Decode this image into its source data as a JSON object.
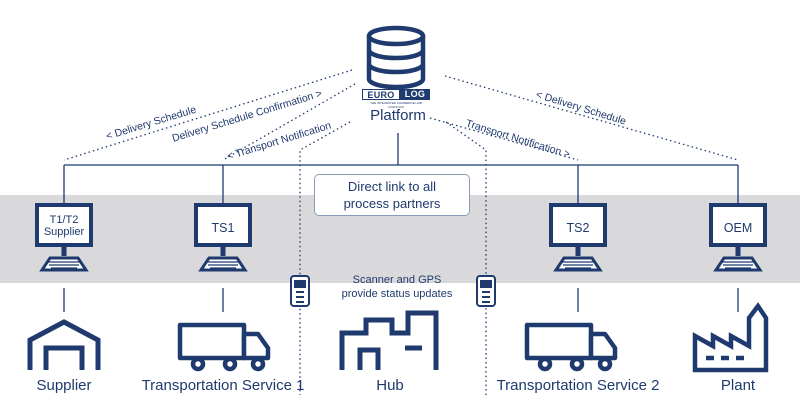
{
  "colors": {
    "primary": "#1f3a6e",
    "band": "#d9d9db",
    "background": "#ffffff"
  },
  "platform": {
    "icon": "database-icon",
    "logo_left": "EURO",
    "logo_right": "LOG",
    "logo_tagline": "THE INTEGRATED COMMERCE HUB LOGISTICS",
    "label": "Platform"
  },
  "messages": {
    "delivery_schedule_left": "< Delivery Schedule",
    "delivery_schedule_confirmation": "Delivery Schedule Confirmation >",
    "transport_notification_left": "< Transport Notification",
    "transport_notification_right": "Transport Notification >",
    "delivery_schedule_right": "< Delivery Schedule"
  },
  "direct_link": {
    "line1": "Direct link to all",
    "line2": "process partners"
  },
  "scanner_note": {
    "line1": "Scanner and GPS",
    "line2": "provide status updates"
  },
  "partners": [
    {
      "screen_line1": "T1/T2",
      "screen_line2": "Supplier",
      "bottom_label": "Supplier",
      "bottom_icon": "warehouse-icon"
    },
    {
      "screen_line1": "TS1",
      "screen_line2": "",
      "bottom_label": "Transportation Service 1",
      "bottom_icon": "truck-icon"
    },
    {
      "screen_line1": "",
      "screen_line2": "",
      "bottom_label": "Hub",
      "bottom_icon": "hub-building-icon"
    },
    {
      "screen_line1": "TS2",
      "screen_line2": "",
      "bottom_label": "Transportation Service 2",
      "bottom_icon": "truck-icon"
    },
    {
      "screen_line1": "OEM",
      "screen_line2": "",
      "bottom_label": "Plant",
      "bottom_icon": "factory-icon"
    }
  ]
}
